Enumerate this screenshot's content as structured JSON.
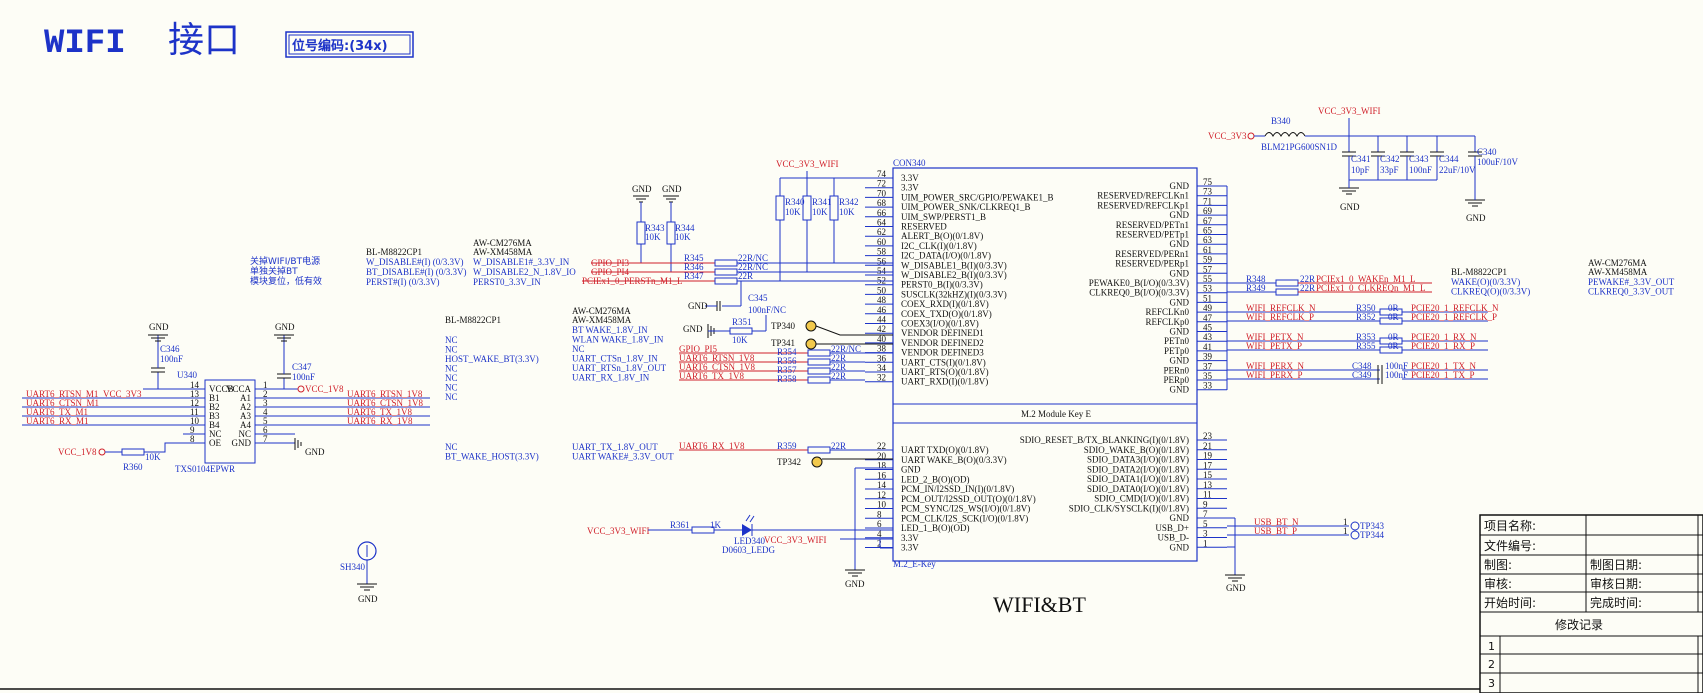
{
  "header": {
    "title_en": "WIFI",
    "title_cn": "接口",
    "position_code": "位号编码:(34x)"
  },
  "sheet_title": "WIFI&BT",
  "main_ic": {
    "ref": "CON340",
    "name": "M.2 Module Key E",
    "footprint": "M.2_E-Key",
    "left_pins": [
      {
        "num": "74",
        "name": "3.3V"
      },
      {
        "num": "72",
        "name": "3.3V"
      },
      {
        "num": "70",
        "name": "UIM_POWER_SRC/GPIO/PEWAKE1_B"
      },
      {
        "num": "68",
        "name": "UIM_POWER_SNK/CLKREQ1_B"
      },
      {
        "num": "66",
        "name": "UIM_SWP/PERST1_B"
      },
      {
        "num": "64",
        "name": "RESERVED"
      },
      {
        "num": "62",
        "name": "ALERT_B(O)(0/1.8V)"
      },
      {
        "num": "60",
        "name": "I2C_CLK(I)(0/1.8V)"
      },
      {
        "num": "58",
        "name": "I2C_DATA(I/O)(0/1.8V)"
      },
      {
        "num": "56",
        "name": "W_DISABLE1_B(I)(0/3.3V)"
      },
      {
        "num": "54",
        "name": "W_DISABLE2_B(I)(0/3.3V)"
      },
      {
        "num": "52",
        "name": "PERST0_B(I)(0/3.3V)"
      },
      {
        "num": "50",
        "name": "SUSCLK(32kHZ)(I)(0/3.3V)"
      },
      {
        "num": "48",
        "name": "COEX_RXD(I)(0/1.8V)"
      },
      {
        "num": "46",
        "name": "COEX_TXD(O)(0/1.8V)"
      },
      {
        "num": "44",
        "name": "COEX3(I/O)(0/1.8V)"
      },
      {
        "num": "42",
        "name": "VENDOR DEFINED1"
      },
      {
        "num": "40",
        "name": "VENDOR DEFINED2"
      },
      {
        "num": "38",
        "name": "VENDOR DEFINED3"
      },
      {
        "num": "36",
        "name": "UART_CTS(I)(0/1.8V)"
      },
      {
        "num": "34",
        "name": "UART_RTS(O)(0/1.8V)"
      },
      {
        "num": "32",
        "name": "UART_RXD(I)(0/1.8V)"
      }
    ],
    "left_pins2": [
      {
        "num": "22",
        "name": "UART TXD(O)(0/1.8V)"
      },
      {
        "num": "20",
        "name": "UART WAKE_B(O)(0/3.3V)"
      },
      {
        "num": "18",
        "name": "GND"
      },
      {
        "num": "16",
        "name": "LED_2_B(O)(OD)"
      },
      {
        "num": "14",
        "name": "PCM_IN/I2SSD_IN(I)(0/1.8V)"
      },
      {
        "num": "12",
        "name": "PCM_OUT/I2SSD_OUT(O)(0/1.8V)"
      },
      {
        "num": "10",
        "name": "PCM_SYNC/I2S_WS(I/O)(0/1.8V)"
      },
      {
        "num": "8",
        "name": "PCM_CLK/I2S_SCK(I/O)(0/1.8V)"
      },
      {
        "num": "6",
        "name": "LED_1_B(O)(OD)"
      },
      {
        "num": "4",
        "name": "3.3V"
      },
      {
        "num": "2",
        "name": "3.3V"
      }
    ],
    "right_pins": [
      {
        "num": "75",
        "name": "GND"
      },
      {
        "num": "73",
        "name": "RESERVED/REFCLKn1"
      },
      {
        "num": "71",
        "name": "RESERVED/REFCLKp1"
      },
      {
        "num": "69",
        "name": "GND"
      },
      {
        "num": "67",
        "name": "RESERVED/PETn1"
      },
      {
        "num": "65",
        "name": "RESERVED/PETp1"
      },
      {
        "num": "63",
        "name": "GND"
      },
      {
        "num": "61",
        "name": "RESERVED/PERn1"
      },
      {
        "num": "59",
        "name": "RESERVED/PERp1"
      },
      {
        "num": "57",
        "name": "GND"
      },
      {
        "num": "55",
        "name": "PEWAKE0_B(I/O)(0/3.3V)"
      },
      {
        "num": "53",
        "name": "CLKREQ0_B(I/O)(0/3.3V)"
      },
      {
        "num": "51",
        "name": "GND"
      },
      {
        "num": "49",
        "name": "REFCLKn0"
      },
      {
        "num": "47",
        "name": "REFCLKp0"
      },
      {
        "num": "45",
        "name": "GND"
      },
      {
        "num": "43",
        "name": "PETn0"
      },
      {
        "num": "41",
        "name": "PETp0"
      },
      {
        "num": "39",
        "name": "GND"
      },
      {
        "num": "37",
        "name": "PERn0"
      },
      {
        "num": "35",
        "name": "PERp0"
      },
      {
        "num": "33",
        "name": "GND"
      }
    ],
    "right_pins2": [
      {
        "num": "23",
        "name": "SDIO_RESET_B/TX_BLANKING(I)(0/1.8V)"
      },
      {
        "num": "21",
        "name": "SDIO_WAKE_B(O)(0/1.8V)"
      },
      {
        "num": "19",
        "name": "SDIO_DATA3(I/O)(0/1.8V)"
      },
      {
        "num": "17",
        "name": "SDIO_DATA2(I/O)(0/1.8V)"
      },
      {
        "num": "15",
        "name": "SDIO_DATA1(I/O)(0/1.8V)"
      },
      {
        "num": "13",
        "name": "SDIO_DATA0(I/O)(0/1.8V)"
      },
      {
        "num": "11",
        "name": "SDIO_CMD(I/O)(0/1.8V)"
      },
      {
        "num": "9",
        "name": "SDIO_CLK/SYSCLK(I)(0/1.8V)"
      },
      {
        "num": "7",
        "name": "GND"
      },
      {
        "num": "5",
        "name": "USB_D+"
      },
      {
        "num": "3",
        "name": "USB_D-"
      },
      {
        "num": "1",
        "name": "GND"
      }
    ]
  },
  "power": {
    "vcc_3v3": "VCC_3V3",
    "vcc_3v3_wifi": "VCC_3V3_WIFI",
    "vcc_1v8": "VCC_1V8",
    "gnd": "GND",
    "bead_ref": "B340",
    "bead_part": "BLM21PG600SN1D",
    "caps": [
      {
        "ref": "C341",
        "val": "10pF"
      },
      {
        "ref": "C342",
        "val": "33pF"
      },
      {
        "ref": "C343",
        "val": "100nF"
      },
      {
        "ref": "C344",
        "val": "22uF/10V"
      },
      {
        "ref": "C340",
        "val": "100uF/10V"
      }
    ]
  },
  "pullups": [
    {
      "ref": "R340",
      "val": "10K"
    },
    {
      "ref": "R341",
      "val": "10K"
    },
    {
      "ref": "R342",
      "val": "10K"
    },
    {
      "ref": "R343",
      "val": "10K"
    },
    {
      "ref": "R344",
      "val": "10K"
    }
  ],
  "gpio_nets": {
    "gpio13": "GPIO_PI3",
    "gpio14": "GPIO_PI4",
    "pcie_perst": "PCIEx1_0_PERSTn_M1_L",
    "r345": "R345",
    "r346": "R346",
    "r347": "R347",
    "r345_val": "22R/NC",
    "r346_val": "22R/NC",
    "r347_val": "22R",
    "c345": "C345",
    "c345_val": "100nF/NC",
    "r351": "R351",
    "r351_val": "10K",
    "tp340": "TP340",
    "tp341": "TP341",
    "gpio15": "GPIO_PI5"
  },
  "uart_right": {
    "nets": [
      "UART6_RTSN_1V8",
      "UART6_CTSN_1V8",
      "UART6_TX_1V8"
    ],
    "refs": [
      "R354",
      "R356",
      "R357",
      "R358"
    ],
    "vals": [
      "22R/NC",
      "22R",
      "22R",
      "22R"
    ],
    "rx_net": "UART6_RX_1V8",
    "r359": "R359",
    "r359_val": "22R",
    "tp342": "TP342"
  },
  "notes_left": {
    "cn_line1": "关掉WIFI/BT电源",
    "cn_line2": "单独关掉BT",
    "cn_line3": "模块复位，低有效",
    "bl_title": "BL-M8822CP1",
    "bl_lines": [
      "W_DISABLE#(I) (0/3.3V)",
      "BT_DISABLE#(I) (0/3.3V)",
      "PERST#(I) (0/3.3V)"
    ],
    "aw_title1": "AW-CM276MA",
    "aw_title2": "AW-XM458MA",
    "aw_lines": [
      "W_DISABLE1#_3.3V_IN",
      "W_DISABLE2_N_1.8V_IO",
      "PERST0_3.3V_IN"
    ]
  },
  "notes_mid": {
    "bl_title": "BL-M8822CP1",
    "bl_lines": [
      "NC",
      "NC",
      "HOST_WAKE_BT(3.3V)",
      "NC",
      "NC",
      "NC",
      "NC"
    ],
    "aw_title1": "AW-CM276MA",
    "aw_title2": "AW-XM458MA",
    "aw_lines": [
      "BT WAKE_1.8V_IN",
      "WLAN WAKE_1.8V_IN",
      "NC",
      "UART_CTSn_1.8V_IN",
      "UART_RTSn_1.8V_OUT",
      "UART_RX_1.8V_IN"
    ],
    "bl_lines2": [
      "NC",
      "BT_WAKE_HOST(3.3V)"
    ],
    "aw_lines2": [
      "UART_TX_1.8V_OUT",
      "UART WAKE#_3.3V_OUT"
    ]
  },
  "level_shifter": {
    "ref": "U340",
    "part": "TXS0104EPWR",
    "left_pins": [
      {
        "num": "14",
        "name": "VCCB"
      },
      {
        "num": "13",
        "name": "B1"
      },
      {
        "num": "12",
        "name": "B2"
      },
      {
        "num": "11",
        "name": "B3"
      },
      {
        "num": "10",
        "name": "B4"
      },
      {
        "num": "9",
        "name": "NC"
      },
      {
        "num": "8",
        "name": "OE"
      }
    ],
    "right_pins": [
      {
        "num": "1",
        "name": "VCCA"
      },
      {
        "num": "2",
        "name": "A1"
      },
      {
        "num": "3",
        "name": "A2"
      },
      {
        "num": "4",
        "name": "A3"
      },
      {
        "num": "5",
        "name": "A4"
      },
      {
        "num": "6",
        "name": "NC"
      },
      {
        "num": "7",
        "name": "GND"
      }
    ],
    "left_nets": [
      "UART6_RTSN_M1",
      "UART6_CTSN_M1",
      "UART6_TX_M1",
      "UART6_RX_M1"
    ],
    "right_nets": [
      "UART6_RTSN_1V8",
      "UART6_CTSN_1V8",
      "UART6_TX_1V8",
      "UART6_RX_1V8"
    ],
    "c346": "C346",
    "c346_val": "100nF",
    "c347": "C347",
    "c347_val": "100nF",
    "r360": "R360",
    "r360_val": "10K"
  },
  "led": {
    "r361": "R361",
    "r361_val": "1K",
    "ref": "LED340",
    "part": "D0603_LEDG"
  },
  "sh340": "SH340",
  "pcie_right": {
    "r348": "R348",
    "r349": "R349",
    "r_val": "22R",
    "wake_net": "PCIEx1_0_WAKEn_M1_L",
    "clkreq_net": "PCIEx1_0_CLKREQn_M1_L",
    "refclk_n": "WIFI_REFCLK_N",
    "refclk_p": "WIFI_REFCLK_P",
    "petx_n": "WIFI_PETX_N",
    "petx_p": "WIFI_PETX_P",
    "perx_n": "WIFI_PERX_N",
    "perx_p": "WIFI_PERX_P",
    "r350": "R350",
    "r352": "R352",
    "r353": "R353",
    "r355": "R355",
    "zero": "0R",
    "c348": "C348",
    "c349": "C349",
    "c_val": "100nF",
    "out_nets": [
      "PCIE20_1_REFCLK_N",
      "PCIE20_1_REFCLK_P",
      "PCIE20_1_RX_N",
      "PCIE20_1_RX_P",
      "PCIE20_1_TX_N",
      "PCIE20_1_TX_P"
    ],
    "usb_n": "USB_BT_N",
    "usb_p": "USB_BT_P",
    "tp343": "TP343",
    "tp344": "TP344"
  },
  "notes_right": {
    "bl_title": "BL-M8822CP1",
    "bl_lines": [
      "WAKE(O)(0/3.3V)",
      "CLKREQ(O)(0/3.3V)"
    ],
    "aw_title1": "AW-CM276MA",
    "aw_title2": "AW-XM458MA",
    "aw_lines": [
      "PEWAKE#_3.3V_OUT",
      "CLKREQ0_3.3V_OUT"
    ]
  },
  "title_block": {
    "project": "项目名称:",
    "file_no": "文件编号:",
    "draw": "制图:",
    "draw_date": "制图日期:",
    "review": "审核:",
    "review_date": "审核日期:",
    "start": "开始时间:",
    "finish": "完成时间:",
    "history": "修改记录",
    "rows": [
      "1",
      "2",
      "3"
    ]
  }
}
